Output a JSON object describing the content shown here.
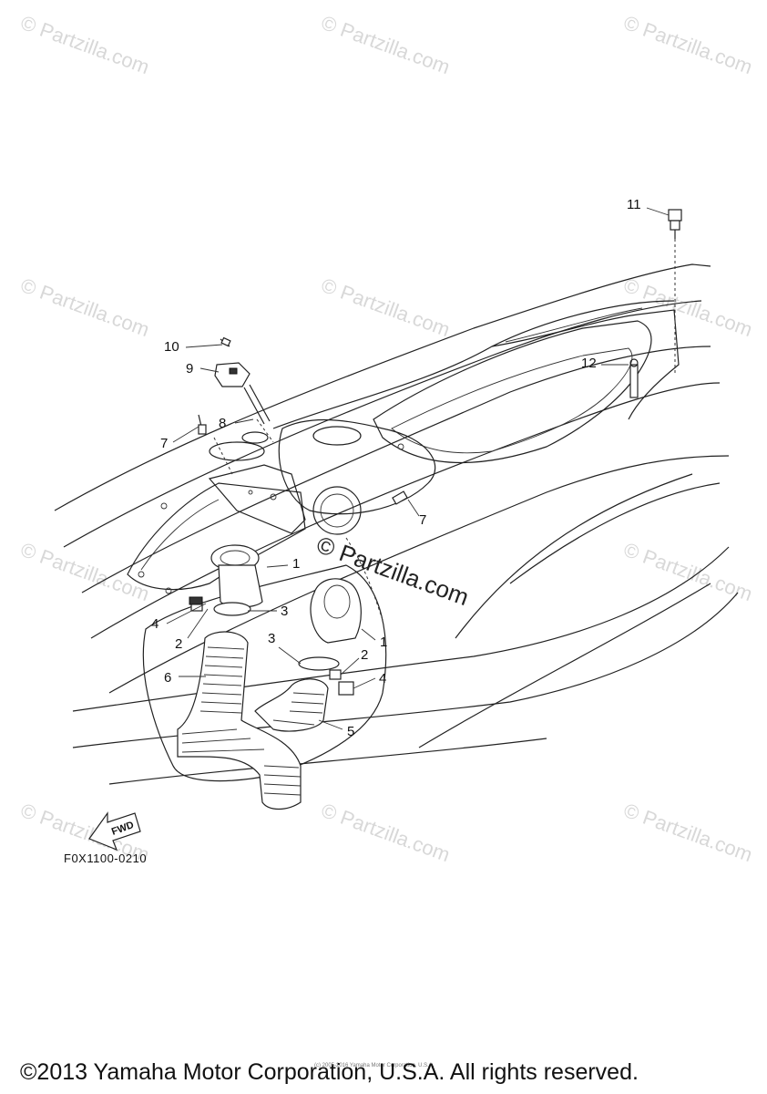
{
  "watermark": {
    "text": "© Partzilla.com",
    "big_text": "© Partzilla.com"
  },
  "callouts": {
    "c1a": "1",
    "c1b": "1",
    "c2a": "2",
    "c2b": "2",
    "c3a": "3",
    "c3b": "3",
    "c4a": "4",
    "c4b": "4",
    "c5": "5",
    "c6": "6",
    "c7a": "7",
    "c7b": "7",
    "c8": "8",
    "c9": "9",
    "c10": "10",
    "c11": "11",
    "c12": "12"
  },
  "fwd_label": "FWD",
  "diagram_code": "F0X1100-0210",
  "footer": {
    "copyright": "©2013 Yamaha Motor Corporation, U.S.A. All rights reserved.",
    "small_print": "(c) 2005-2016 Yamaha Motor Corporation, U.S.A."
  }
}
